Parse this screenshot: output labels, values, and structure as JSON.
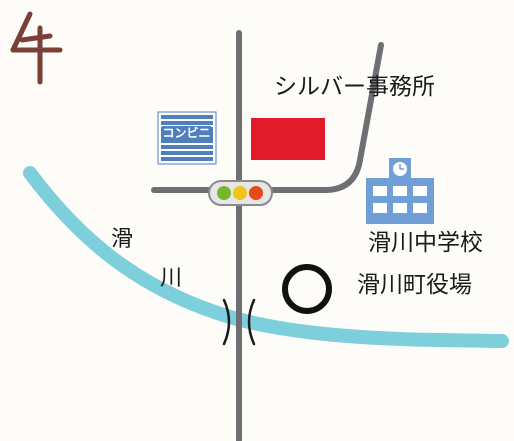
{
  "map": {
    "number_mark": "4",
    "labels": {
      "silver_center": "シルバー事務所",
      "school": "滑川中学校",
      "town_hall": "滑川町役場",
      "river_char_1": "滑",
      "river_char_2": "川"
    },
    "konbini_sign": "コンビニ",
    "colors": {
      "road": "#6e6e73",
      "river": "#7ecfdc",
      "silver_center_block": "#e21b2c",
      "konbini_blue": "#4f7fbd",
      "school_blue": "#6f9fd6",
      "number_mark": "#7a3f36",
      "signal_green": "#76b82a",
      "signal_yellow": "#f2c318",
      "signal_red": "#e64a19"
    },
    "icons": [
      "traffic-signal-icon",
      "konbini-icon",
      "school-building-icon",
      "clock-icon",
      "town-hall-circle-icon",
      "bridge-icon"
    ]
  }
}
